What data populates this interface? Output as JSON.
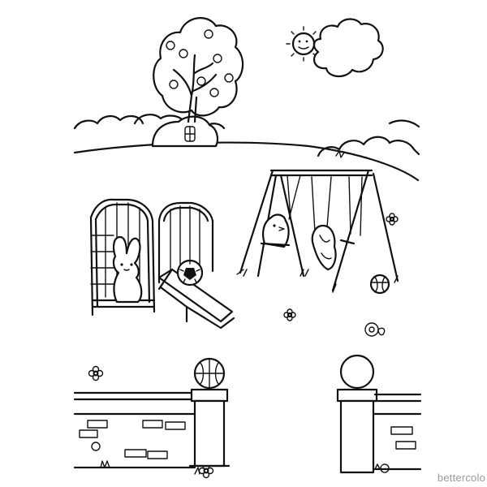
{
  "watermark": {
    "text": "bettercolo"
  },
  "scene": {
    "subject": "playground-coloring-page",
    "style": "black line art on white",
    "colors": {
      "ink": "#111111",
      "paper": "#ffffff",
      "watermark": "#9a9a9a"
    },
    "icons": [
      "apple-tree-icon",
      "sun-icon",
      "cloud-icon",
      "bush-icon",
      "hill-icon",
      "climbing-frame-icon",
      "slide-icon",
      "bunny-peep-icon",
      "chick-peep-icon",
      "soccer-ball-icon",
      "beach-ball-icon",
      "swing-set-icon",
      "flower-icon",
      "brick-wall-icon",
      "pillar-icon",
      "basketball-icon",
      "globe-lamp-icon"
    ]
  }
}
